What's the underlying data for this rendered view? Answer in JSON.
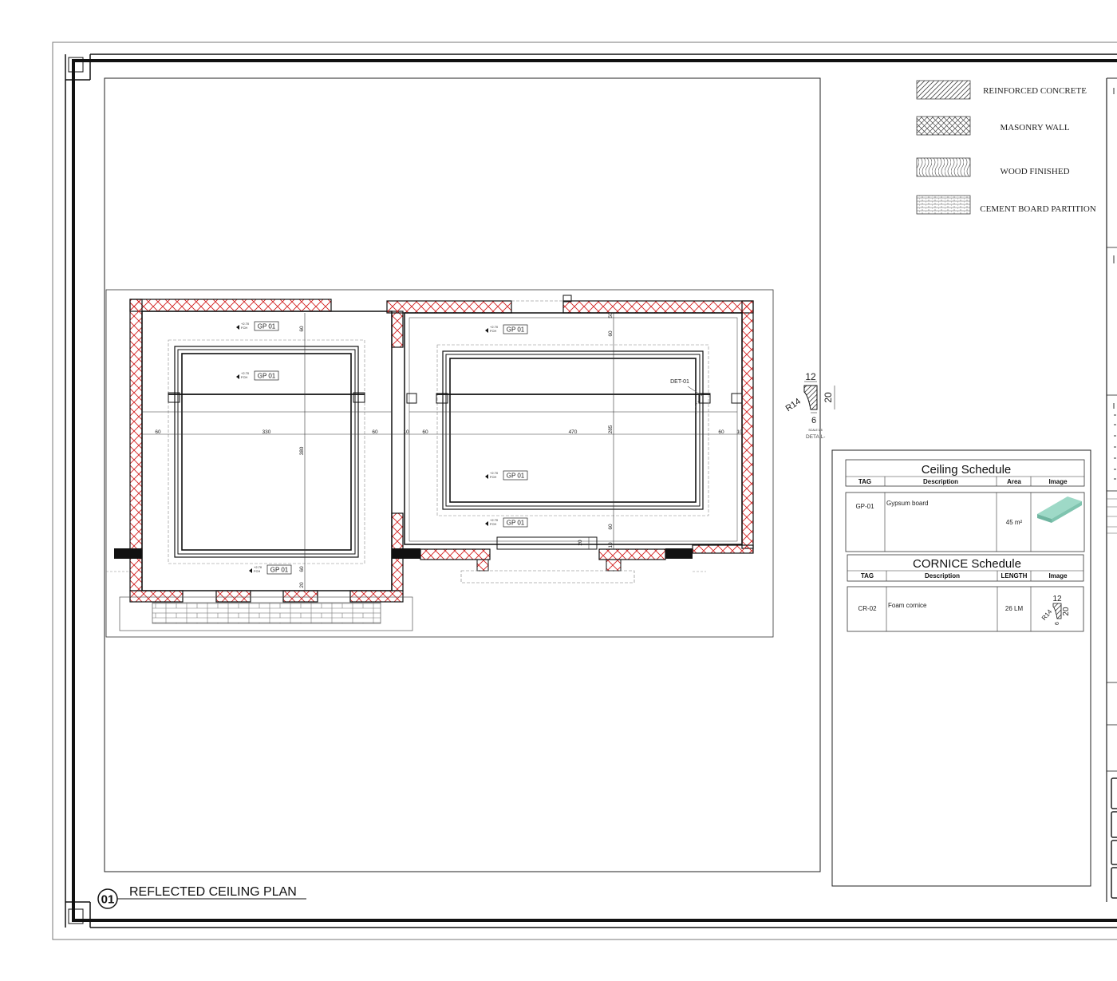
{
  "drawing": {
    "number": "01",
    "title": "REFLECTED CEILING PLAN"
  },
  "legend": {
    "items": [
      {
        "label": "REINFORCED CONCRETE",
        "pattern": "diagonal"
      },
      {
        "label": "MASONRY WALL",
        "pattern": "crosshatch"
      },
      {
        "label": "WOOD FINISHED",
        "pattern": "wood"
      },
      {
        "label": "CEMENT BOARD PARTITION",
        "pattern": "brick"
      }
    ]
  },
  "plan": {
    "tags": [
      "GP 01",
      "GP 01",
      "GP 01",
      "GP 01",
      "GP 01",
      "GP 01"
    ],
    "level_mark": "+2.70",
    "level_sub": "FCH",
    "detail_callout": "DET-01",
    "dims_left": [
      "60",
      "330",
      "60"
    ],
    "dims_right": [
      "10",
      "60",
      "470",
      "60",
      "10"
    ],
    "vdims_left": [
      "60",
      "380",
      "60",
      "20"
    ],
    "vdims_right": [
      "50",
      "60",
      "285",
      "60",
      "10"
    ],
    "small_dim": "20",
    "colors": {
      "hatch": "#d32020",
      "line": "#111111",
      "light": "#888888"
    }
  },
  "cornice_detail": {
    "width": "12",
    "height": "20",
    "radius": "R14",
    "base": "6",
    "scale": "SCALE 1:5",
    "label": "DETAIL-"
  },
  "ceiling_schedule": {
    "title": "Ceiling Schedule",
    "headers": [
      "TAG",
      "Description",
      "Area",
      "Image"
    ],
    "rows": [
      {
        "tag": "GP-01",
        "description": "Gypsum board",
        "area": "45 m²"
      }
    ]
  },
  "cornice_schedule": {
    "title": "CORNICE Schedule",
    "headers": [
      "TAG",
      "Description",
      "LENGTH",
      "Image"
    ],
    "rows": [
      {
        "tag": "CR-02",
        "description": "Foam cornice",
        "length": "26 LM"
      }
    ],
    "thumb": {
      "width": "12",
      "height": "20",
      "radius": "R14",
      "base": "6"
    }
  }
}
